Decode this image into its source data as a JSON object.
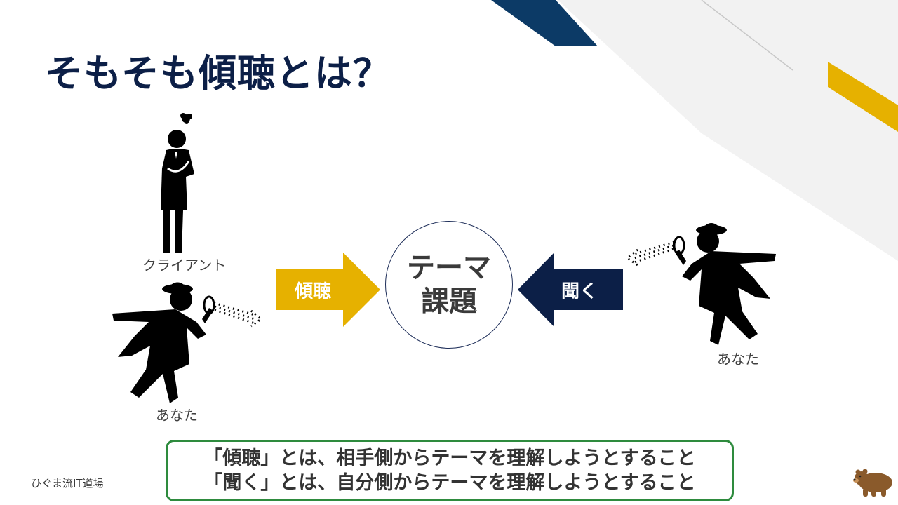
{
  "title": "そもそも傾聴とは？",
  "labels": {
    "client": "クライアント",
    "you_left": "あなた",
    "you_right": "あなた"
  },
  "arrows": {
    "listen_active": "傾聴",
    "hear": "聞く"
  },
  "center": {
    "line1": "テーマ",
    "line2": "課題"
  },
  "summary": {
    "line1": "「傾聴」とは、相手側からテーマを理解しようとすること",
    "line2": "「聞く」とは、自分側からテーマを理解しようとすること"
  },
  "footer": "ひぐま流IT道場",
  "colors": {
    "title": "#0c1f47",
    "navy": "#0c1f47",
    "gold": "#e6b100",
    "green_border": "#2e8b3e",
    "gray_band": "#f2f2f2"
  },
  "icons": {
    "client": "thinking-person-icon",
    "detective": "detective-magnifier-icon",
    "logo": "bear-icon"
  }
}
